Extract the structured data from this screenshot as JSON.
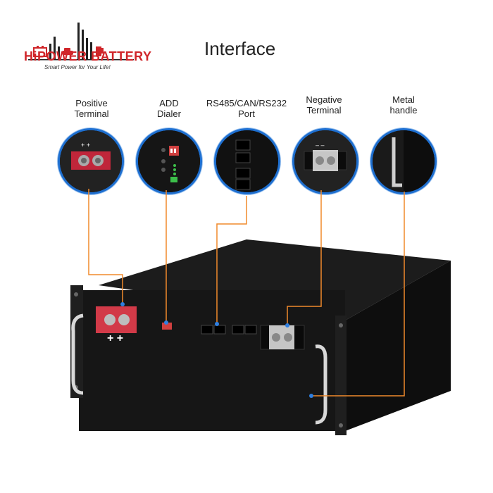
{
  "brand": {
    "name": "HiPOWER BATTERY",
    "tagline": "Smart Power for Your Life!"
  },
  "title": "Interface",
  "callouts": [
    {
      "lines": [
        "Positive",
        "Terminal"
      ]
    },
    {
      "lines": [
        "ADD",
        "Dialer"
      ]
    },
    {
      "lines": [
        "RS485/CAN/RS232",
        "Port"
      ]
    },
    {
      "lines": [
        "Negative",
        "Terminal"
      ]
    },
    {
      "lines": [
        "Metal",
        "handle"
      ]
    }
  ],
  "colors": {
    "brand_red": "#d0262a",
    "leader_line": "#f08a2c",
    "circle_border": "#1e6fd0",
    "chassis": "#141414"
  }
}
